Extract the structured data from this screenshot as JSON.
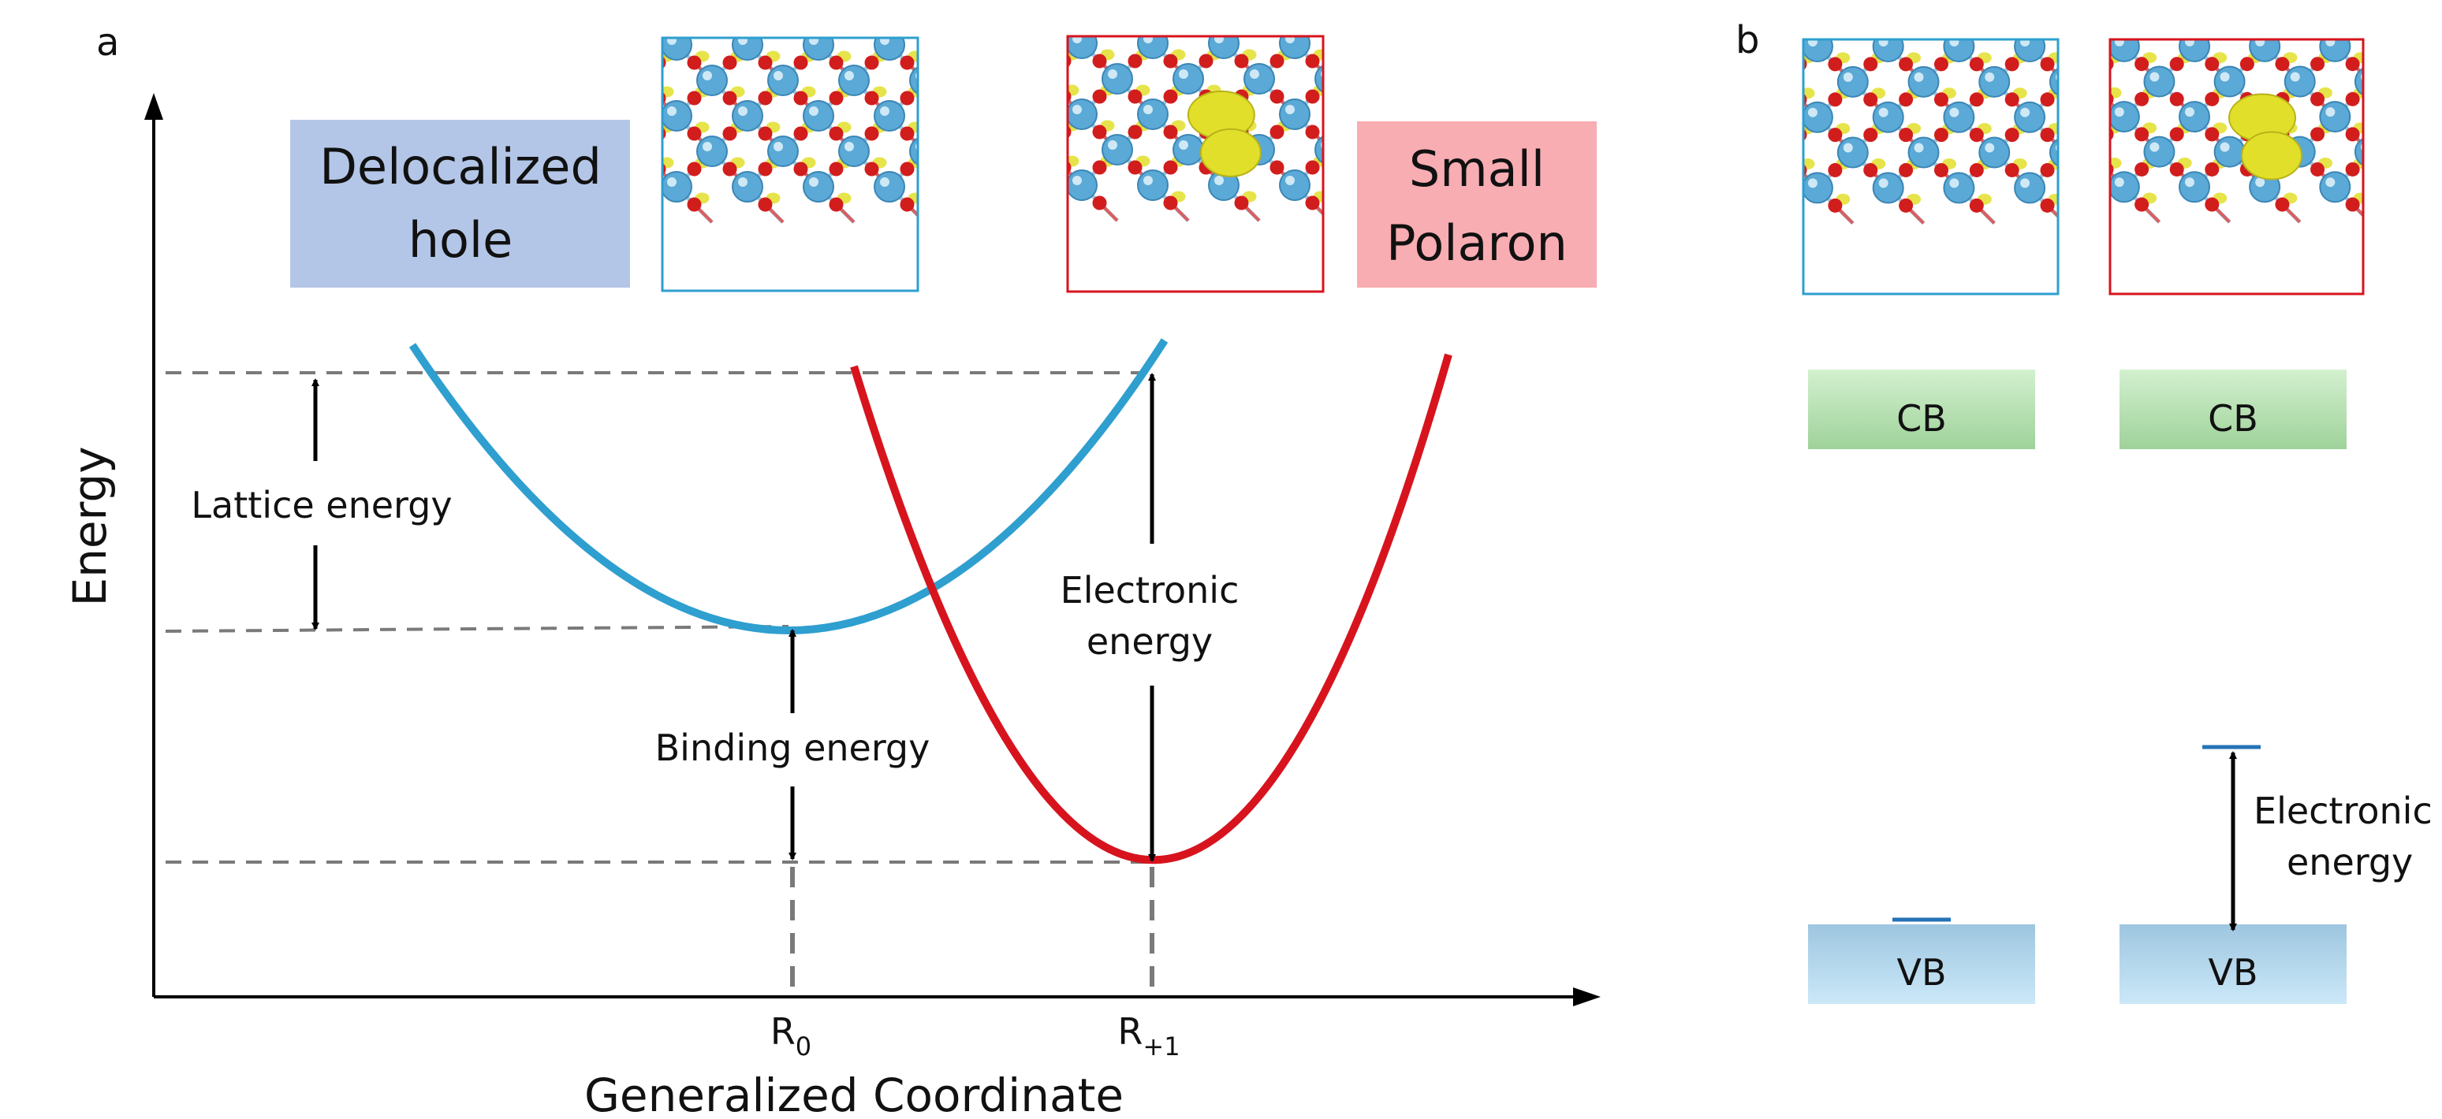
{
  "panels": {
    "a": {
      "letter": "a",
      "y_axis_label": "Energy",
      "x_axis_label": "Generalized Coordinate",
      "tick_r0": {
        "base": "R",
        "sub": "0"
      },
      "tick_r1": {
        "base": "R",
        "sub": "+1"
      },
      "delocalized_box": {
        "line1": "Delocalized",
        "line2": "hole",
        "color": "#b4c6e7"
      },
      "polaron_box": {
        "line1": "Small",
        "line2": "Polaron",
        "color": "#f8adb2"
      },
      "lattice_energy": "Lattice energy",
      "binding_energy": "Binding energy",
      "electronic_energy": {
        "line1": "Electronic",
        "line2": "energy"
      },
      "curve_colors": {
        "delocalized": "#2e9fcf",
        "polaron": "#d7141e"
      }
    },
    "b": {
      "letter": "b",
      "cb_label": "CB",
      "vb_label": "VB",
      "electronic_energy": {
        "line1": "Electronic",
        "line2": "energy"
      },
      "cb_color": "#b5e2b0",
      "vb_color": "#a8cfe8",
      "level_color": "#2472b6"
    }
  },
  "structures": {
    "delocalized_frame": "#2e9fcf",
    "polaron_frame": "#d7141e",
    "atom_ti": "#5aa9d6",
    "atom_o": "#d21d1d",
    "density": "#e2df2a"
  }
}
